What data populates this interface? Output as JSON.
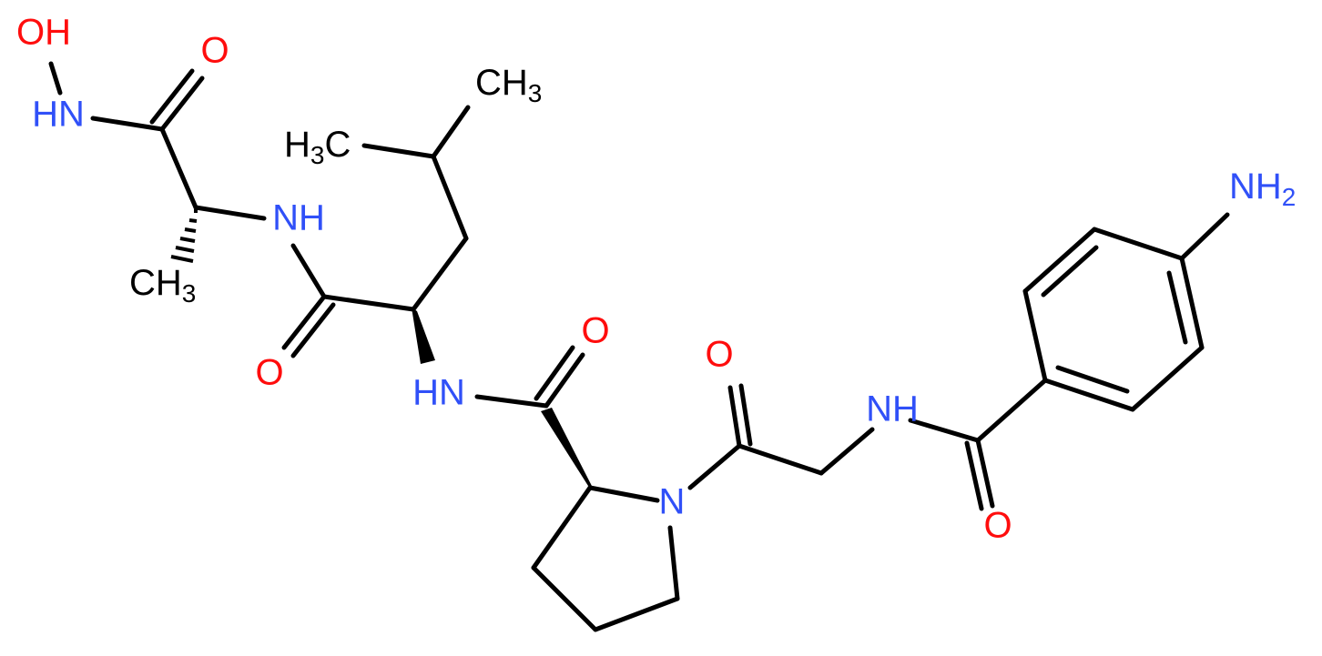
{
  "colors": {
    "bond": "#000000",
    "N": "#3050F8",
    "O": "#FF0D0D",
    "C": "#000000"
  },
  "atoms": {
    "OH": {
      "main": "OH"
    },
    "O1": {
      "main": "O"
    },
    "HN1": {
      "main": "HN"
    },
    "NH2a": {
      "main": "NH"
    },
    "CH3a": {
      "main": "CH",
      "sub": "3"
    },
    "CH3b": {
      "main": "CH",
      "sub": "3"
    },
    "H3C": {
      "pre": "H",
      "sub": "3",
      "post": "C"
    },
    "O2": {
      "main": "O"
    },
    "HN3": {
      "main": "HN"
    },
    "O3": {
      "main": "O"
    },
    "N4": {
      "main": "N"
    },
    "O4": {
      "main": "O"
    },
    "NH5": {
      "main": "NH"
    },
    "NH2": {
      "main": "NH",
      "sub": "2"
    },
    "O5": {
      "main": "O"
    }
  }
}
